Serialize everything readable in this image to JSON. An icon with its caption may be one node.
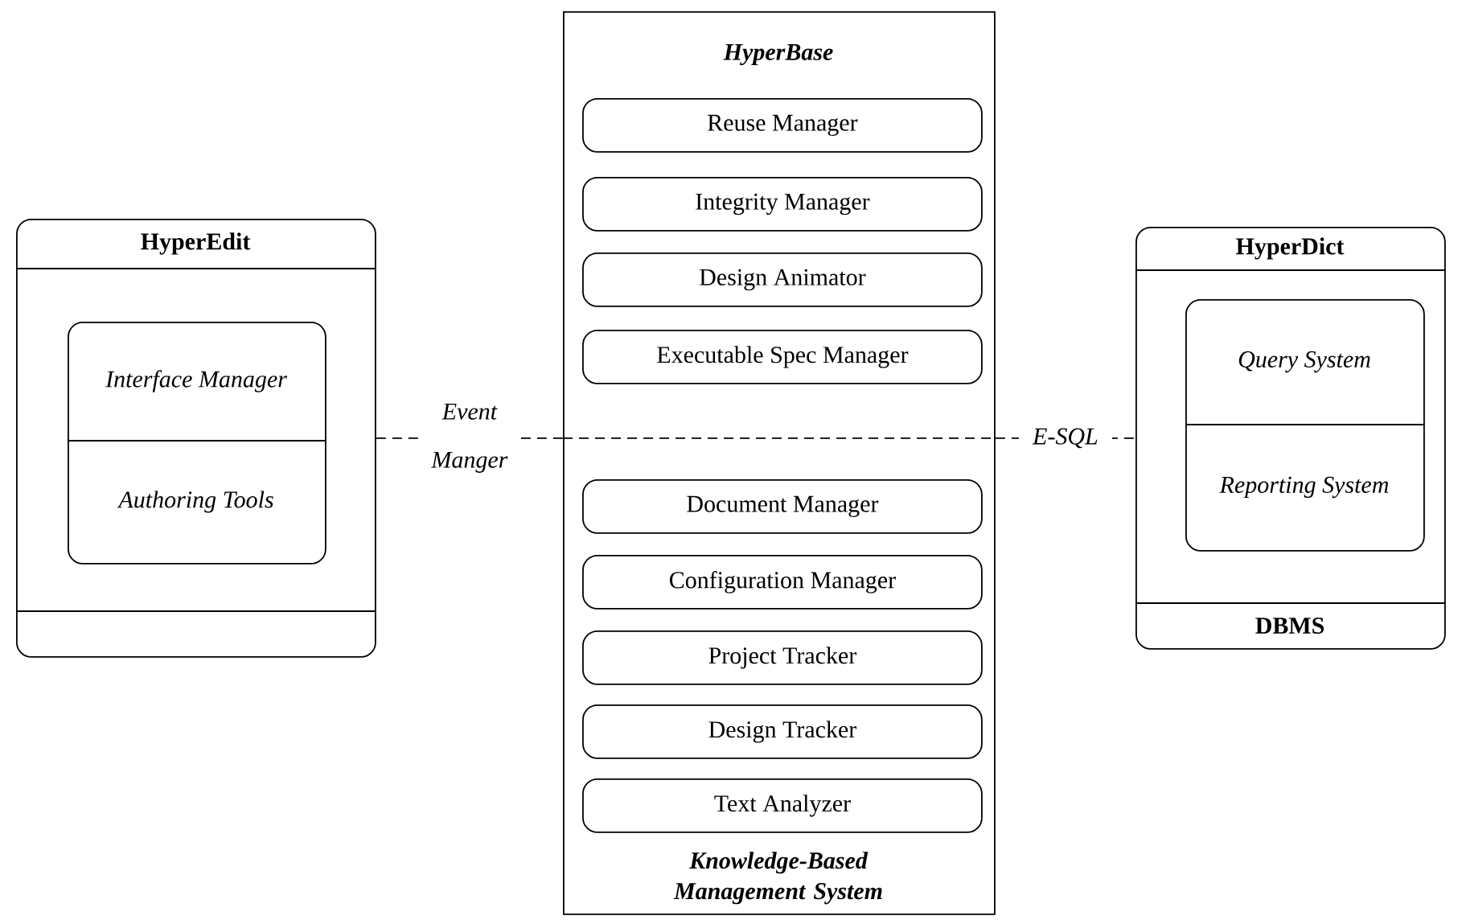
{
  "diagram": {
    "nodes": [
      {
        "text": [
          "HyperEdit"
        ]
      },
      {
        "text": [
          "Interface Manager",
          "Authoring Tools"
        ],
        "in": 0
      },
      {
        "text": [
          "HyperBase",
          "Knowledge-Based Management System"
        ]
      },
      {
        "text": [
          "Reuse Manager"
        ],
        "in": 2
      },
      {
        "text": [
          "Integrity Manager"
        ],
        "in": 2
      },
      {
        "text": [
          "Design Animator"
        ],
        "in": 2
      },
      {
        "text": [
          "Executable Spec Manager"
        ],
        "in": 2
      },
      {
        "text": [
          "Document Manager"
        ],
        "in": 2
      },
      {
        "text": [
          "Configuration Manager"
        ],
        "in": 2
      },
      {
        "text": [
          "Project Tracker"
        ],
        "in": 2
      },
      {
        "text": [
          "Design Tracker"
        ],
        "in": 2
      },
      {
        "text": [
          "Text Analyzer"
        ],
        "in": 2
      },
      {
        "text": [
          "HyperDict",
          "DBMS"
        ]
      },
      {
        "text": [
          "Query System",
          "Reporting System"
        ],
        "in": 12
      }
    ],
    "edges": [
      {
        "from": 0,
        "to": 2,
        "arrow": "none",
        "label": "Event Manger",
        "style": "dashed"
      },
      {
        "from": 2,
        "to": 12,
        "arrow": "none",
        "label": "E-SQL",
        "style": "dashed"
      }
    ]
  }
}
